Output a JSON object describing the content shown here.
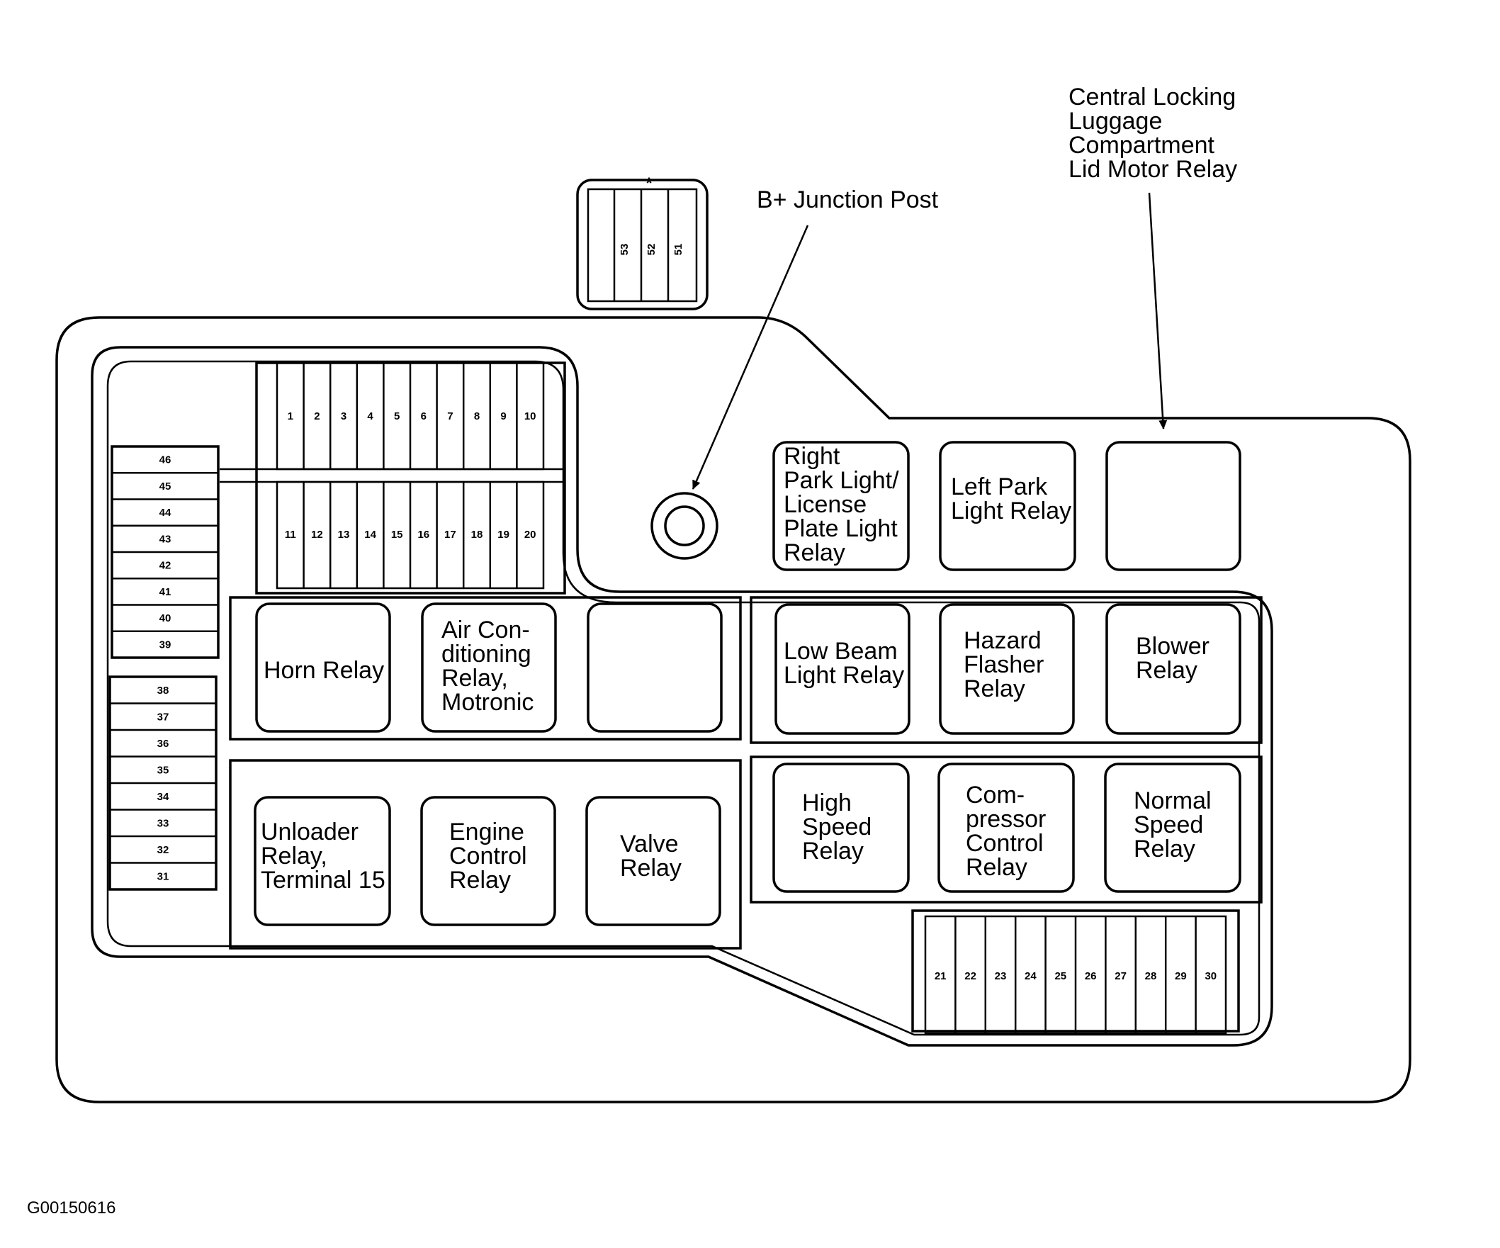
{
  "callouts": {
    "junction_post": "B+ Junction Post",
    "central_locking": [
      "Central Locking",
      "Luggage",
      "Compartment",
      "Lid Motor Relay"
    ]
  },
  "fuses_top_row": [
    "1",
    "2",
    "3",
    "4",
    "5",
    "6",
    "7",
    "8",
    "9",
    "10"
  ],
  "fuses_second_row": [
    "11",
    "12",
    "13",
    "14",
    "15",
    "16",
    "17",
    "18",
    "19",
    "20"
  ],
  "fuses_bottom_right": [
    "21",
    "22",
    "23",
    "24",
    "25",
    "26",
    "27",
    "28",
    "29",
    "30"
  ],
  "fuses_left_upper": [
    "46",
    "45",
    "44",
    "43",
    "42",
    "41",
    "40",
    "39"
  ],
  "fuses_left_lower": [
    "38",
    "37",
    "36",
    "35",
    "34",
    "33",
    "32",
    "31"
  ],
  "fuses_top_block": [
    "53",
    "52",
    "51"
  ],
  "top_block_mark": "*",
  "relays": {
    "right_park": [
      "Right",
      "Park Light/",
      "License",
      "Plate Light",
      "Relay"
    ],
    "left_park": [
      "Left Park",
      "Light Relay"
    ],
    "horn": [
      "Horn Relay"
    ],
    "air_con": [
      "Air Con-",
      "ditioning",
      "Relay,",
      "Motronic"
    ],
    "low_beam": [
      "Low Beam",
      "Light Relay"
    ],
    "hazard": [
      "Hazard",
      "Flasher",
      "Relay"
    ],
    "blower": [
      "Blower",
      "Relay"
    ],
    "unloader": [
      "Unloader",
      "Relay,",
      "Terminal 15"
    ],
    "engine_control": [
      "Engine",
      "Control",
      "Relay"
    ],
    "valve": [
      "Valve",
      "Relay"
    ],
    "high_speed": [
      "High",
      "Speed",
      "Relay"
    ],
    "compressor": [
      "Com-",
      "pressor",
      "Control",
      "Relay"
    ],
    "normal_speed": [
      "Normal",
      "Speed",
      "Relay"
    ]
  },
  "figure_id": "G00150616"
}
